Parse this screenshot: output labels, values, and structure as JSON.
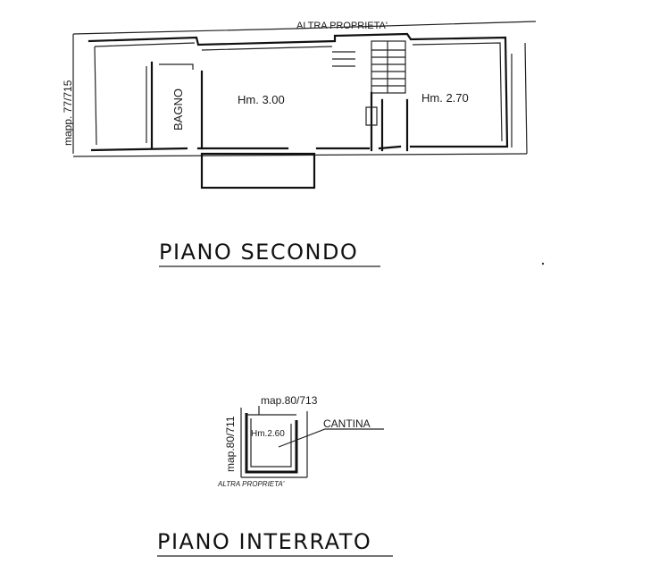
{
  "second_floor": {
    "neighbor_label": "ALTRA PROPRIETA'",
    "map_ref": "mapp. 77/715",
    "bathroom_label": "BAGNO",
    "room_left_height": "Hm. 3.00",
    "room_right_height": "Hm. 2.70",
    "title": "PIANO SECONDO"
  },
  "basement": {
    "map_ref_top": "map.80/713",
    "map_ref_side": "map.80/711",
    "room_height": "Hm.2.60",
    "room_label": "CANTINA",
    "neighbor_label": "ALTRA PROPRIETA'",
    "title": "PIANO INTERRATO"
  }
}
